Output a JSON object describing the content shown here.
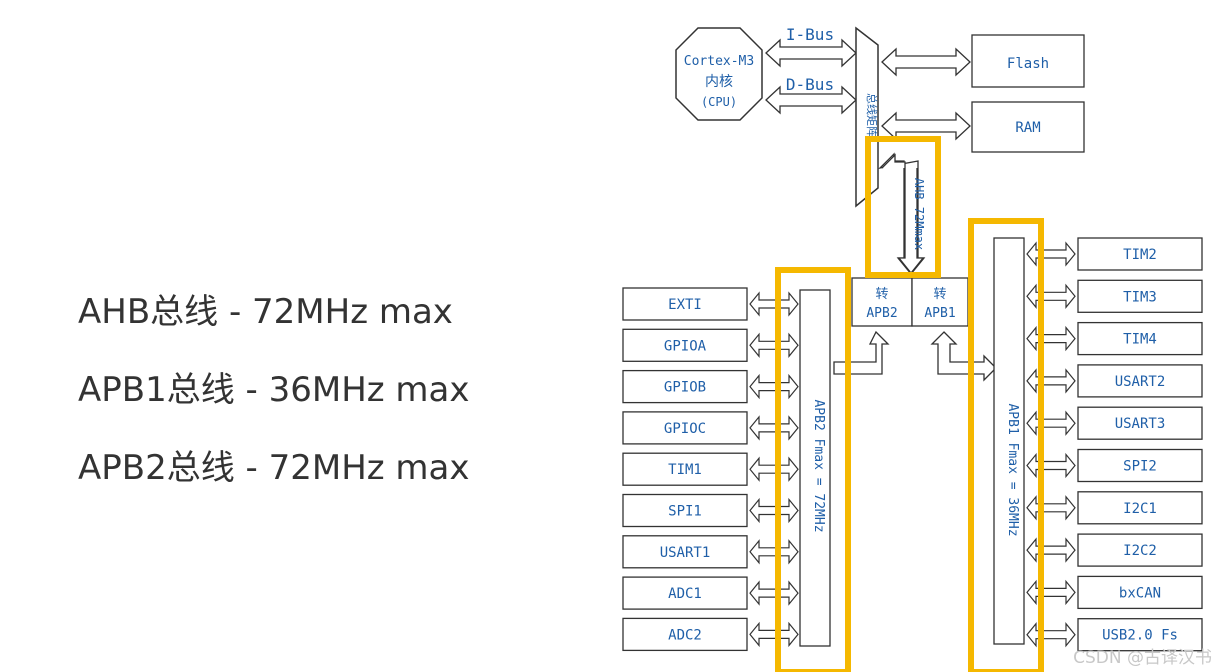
{
  "bullets": [
    "AHB总线 - 72MHz max",
    "APB1总线 - 36MHz max",
    "APB2总线 - 72MHz max"
  ],
  "diagram": {
    "cpu_line1": "Cortex-M3",
    "cpu_line2": "内核",
    "cpu_line3": "(CPU)",
    "ibus": "I-Bus",
    "dbus": "D-Bus",
    "bus_matrix": "总线矩阵",
    "flash": "Flash",
    "ram": "RAM",
    "ahb": "AHB 72Mmax",
    "bridge_apb2_l1": "转",
    "bridge_apb2_l2": "APB2",
    "bridge_apb1_l1": "转",
    "bridge_apb1_l2": "APB1",
    "apb2_bus": "APB2 Fmax = 72MHz",
    "apb1_bus": "APB1 Fmax = 36MHz",
    "apb2_peripherals": [
      "EXTI",
      "GPIOA",
      "GPIOB",
      "GPIOC",
      "TIM1",
      "SPI1",
      "USART1",
      "ADC1",
      "ADC2"
    ],
    "apb1_peripherals": [
      "TIM2",
      "TIM3",
      "TIM4",
      "USART2",
      "USART3",
      "SPI2",
      "I2C1",
      "I2C2",
      "bxCAN",
      "USB2.0 Fs"
    ],
    "highlight_color": "#f5b800",
    "label_color": "#1f5fa8"
  },
  "watermark": "CSDN @古译汉书"
}
